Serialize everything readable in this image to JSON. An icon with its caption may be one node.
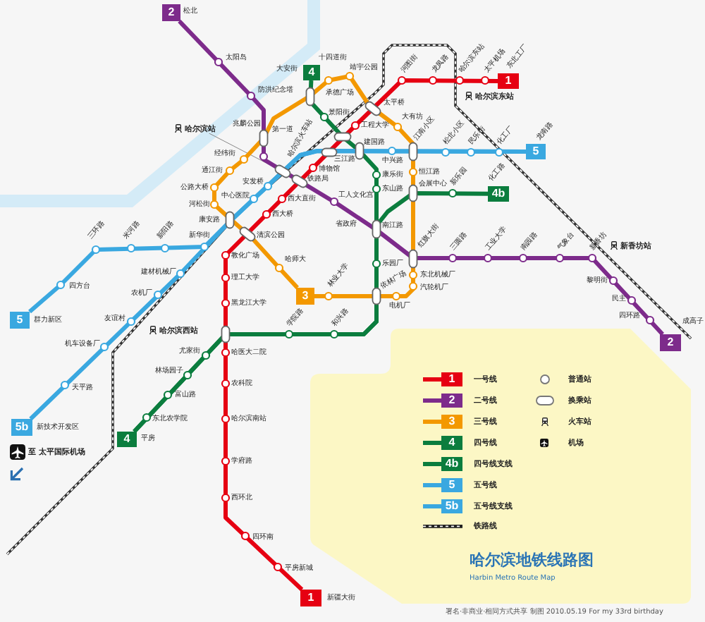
{
  "diagram": {
    "title": "哈尔滨地铁线路图",
    "nodes": [
      {
        "text": [
          "2"
        ],
        "beside": [
          "松北"
        ]
      },
      {
        "text": [
          "4"
        ],
        "beside": [
          "大安街"
        ]
      },
      {
        "text": [
          "1"
        ],
        "beside": [
          "东北工厂"
        ]
      },
      {
        "text": [
          "5"
        ],
        "beside": [
          "龙南路"
        ]
      },
      {
        "text": [
          "4b"
        ],
        "beside": [
          "化工路"
        ]
      },
      {
        "text": [
          "2"
        ],
        "beside": [
          "成高子"
        ]
      },
      {
        "text": [
          "3"
        ]
      },
      {
        "text": [
          "5"
        ],
        "beside": [
          "群力新区"
        ]
      },
      {
        "text": [
          "5b"
        ],
        "beside": [
          "新技术开发区"
        ]
      },
      {
        "text": [
          "4"
        ],
        "beside": [
          "平房"
        ]
      },
      {
        "text": [
          "1"
        ],
        "beside": [
          "新疆大街"
        ]
      },
      {
        "text": [
          "哈尔滨站"
        ]
      },
      {
        "text": [
          "1"
        ]
      },
      {
        "text": [
          "2"
        ]
      },
      {
        "text": [
          "3"
        ]
      },
      {
        "text": [
          "4"
        ]
      },
      {
        "text": [
          "4b"
        ]
      },
      {
        "text": [
          "5"
        ]
      },
      {
        "text": [
          "5b"
        ]
      }
    ],
    "edges": [
      {
        "from": 11,
        "to": null,
        "arrow": "none",
        "color": "#888888"
      },
      {
        "from": 2,
        "to": 10,
        "arrow": "none",
        "color": "#e60012"
      },
      {
        "from": 0,
        "to": 5,
        "arrow": "none",
        "color": "#7d2b8b"
      },
      {
        "from": 6,
        "to": 6,
        "arrow": "none",
        "color": "#f39800"
      },
      {
        "from": 1,
        "to": 9,
        "arrow": "none",
        "color": "#0b7d3e"
      },
      {
        "from": 4,
        "to": 9,
        "arrow": "none",
        "color": "#0b7d3e"
      },
      {
        "from": 7,
        "to": 3,
        "arrow": "none",
        "color": "#3aa8e0"
      },
      {
        "from": 8,
        "to": 3,
        "arrow": "none",
        "color": "#3aa8e0"
      }
    ],
    "labels": [
      "太阳岛",
      "十四道街",
      "靖宇公园",
      "河图街",
      "龙凤路",
      "哈尔滨东站",
      "太平机场",
      "防洪纪念塔",
      "承德广场",
      "太平桥",
      "哈尔滨东站",
      "景阳街",
      "工程大学",
      "大有坊",
      "江南小区",
      "松北小区",
      "民乐街",
      "化工厂",
      "兆麟公园",
      "第一道",
      "哈尔滨火车站",
      "建国路",
      "经纬街",
      "三江路",
      "中兴路",
      "通江街",
      "博物馆",
      "康乐街",
      "恒江路",
      "新乐园",
      "公路大桥",
      "安发桥",
      "铁路局",
      "东山路",
      "会展中心",
      "河松街",
      "中心医院",
      "西大直街",
      "工人文化宫",
      "三环路",
      "米河路",
      "新阳路",
      "康安路",
      "西大桥",
      "省政府",
      "南江路",
      "新华街",
      "清滨公园",
      "红旗大街",
      "三圆路",
      "工业大学",
      "南园路",
      "气象台",
      "新香坊",
      "新香坊站",
      "教化广场",
      "哈师大",
      "乐园厂",
      "四方台",
      "建材机械厂",
      "理工大学",
      "林业大学",
      "依林广场",
      "东北机械厂",
      "汽轮机厂",
      "黎明街",
      "农机厂",
      "黑龙江大学",
      "电机厂",
      "民主",
      "友谊村",
      "哈尔滨西站",
      "学院路",
      "和兴路",
      "四环路",
      "机车设备厂",
      "尤家街",
      "哈医大二院",
      "林场园子",
      "天平路",
      "富山路",
      "农科院",
      "东北农学院",
      "哈尔滨南站",
      "至 太平国际机场",
      "学府路",
      "西环北",
      "四环南",
      "平房新城",
      "Harbin Metro Route Map",
      "署名·非商业·相同方式共享 制图 2010.05.19 For my 33rd birthday"
    ],
    "legend": [
      {
        "text": "一号线",
        "color": "#e60012"
      },
      {
        "text": "二号线",
        "color": "#7d2b8b"
      },
      {
        "text": "三号线",
        "color": "#f39800"
      },
      {
        "text": "四号线",
        "color": "#0b7d3e"
      },
      {
        "text": "四号线支线",
        "color": "#0b7d3e"
      },
      {
        "text": "五号线",
        "color": "#3aa8e0"
      },
      {
        "text": "五号线支线",
        "color": "#3aa8e0"
      },
      {
        "text": "铁路线"
      },
      {
        "text": "普通站"
      },
      {
        "text": "换乘站"
      },
      {
        "text": "火车站"
      },
      {
        "text": "机场"
      }
    ]
  }
}
